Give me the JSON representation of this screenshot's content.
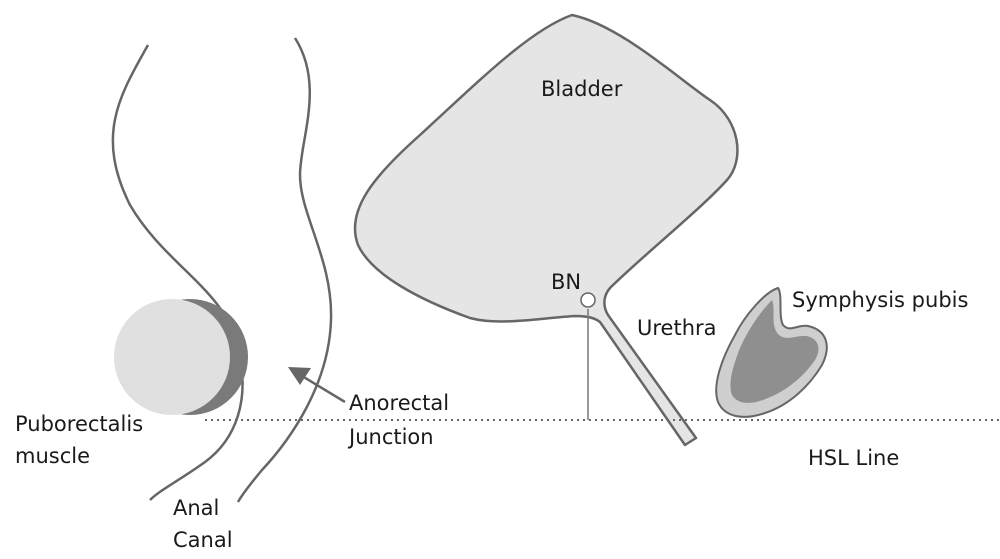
{
  "labels": {
    "bladder": "Bladder",
    "bn": "BN",
    "urethra": "Urethra",
    "symphysis": "Symphysis pubis",
    "anorectal_line1": "Anorectal",
    "anorectal_line2": "Junction",
    "puborectalis_line1": "Puborectalis",
    "puborectalis_line2": "muscle",
    "anal_line1": "Anal",
    "anal_line2": "Canal",
    "hsl": "HSL Line"
  },
  "colors": {
    "bladder_fill": "#e5e5e5",
    "outline": "#666666",
    "symphysis_outer": "#cfcfcf",
    "symphysis_inner": "#8f8f8f",
    "muscle_light": "#e0e0e0",
    "muscle_dark": "#7a7a7a",
    "text": "#1a1a1a"
  }
}
